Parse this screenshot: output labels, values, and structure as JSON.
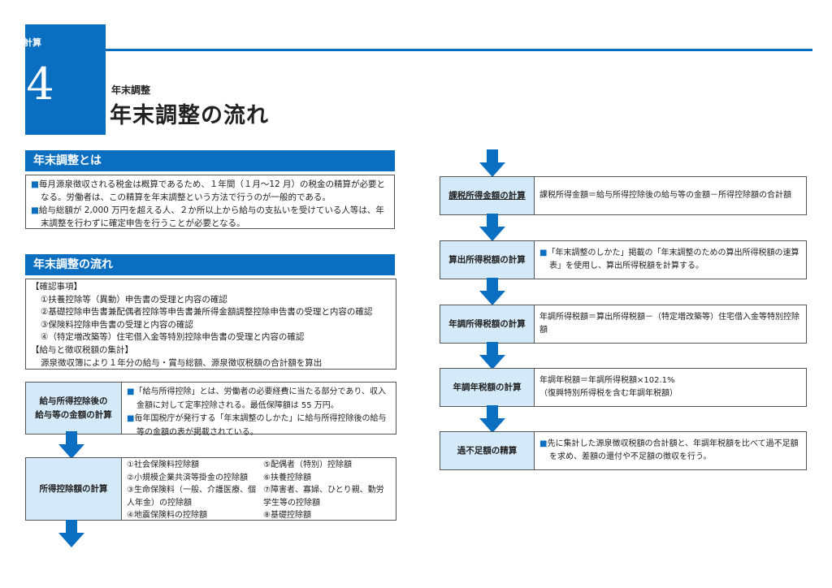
{
  "header": {
    "chapter_label": "給与計算",
    "chapter_number": "4",
    "subtitle": "年末調整",
    "title": "年末調整の流れ"
  },
  "section1": {
    "heading": "年末調整とは",
    "bullets": [
      "毎月源泉徴収される税金は概算であるため、１年間（１月〜12 月）の税金の精算が必要となる。労働者は、この精算を年末調整という方法で行うのが一般的である。",
      "給与総額が 2,000 万円を超える人、２か所以上から給与の支払いを受けている人等は、年末調整を行わずに確定申告を行うことが必要となる。"
    ]
  },
  "section2": {
    "heading": "年末調整の流れ",
    "confirm_title": "【確認事項】",
    "confirm_items": [
      "①扶養控除等（異動）申告書の受理と内容の確認",
      "②基礎控除申告書兼配偶者控除等申告書兼所得金額調整控除申告書の受理と内容の確認",
      "③保険料控除申告書の受理と内容の確認",
      "④（特定増改築等）住宅借入金等特別控除申告書の受理と内容の確認"
    ],
    "tally_title": "【給与と徴収税額の集計】",
    "tally_text": "源泉徴収簿により１年分の給与・賞与総額、源泉徴収税額の合計額を算出"
  },
  "flow_left": {
    "step1": {
      "label_line1": "給与所得控除後の",
      "label_line2": "給与等の金額の計算",
      "bullets": [
        "「給与所得控除」とは、労働者の必要経費に当たる部分であり、収入金額に対して定率控除される。最低保障額は 55 万円。",
        "毎年国税庁が発行する「年末調整のしかた」に給与所得控除後の給与等の金額の表が掲載されている。"
      ]
    },
    "step2": {
      "label": "所得控除額の計算",
      "items_col1": [
        "①社会保険料控除額",
        "②小規模企業共済等掛金の控除額",
        "③生命保険料（一般、介護医療、個人年金）の控除額",
        "④地震保険料の控除額"
      ],
      "items_col2": [
        "⑤配偶者（特別）控除額",
        "⑥扶養控除額",
        "⑦障害者、寡婦、ひとり親、勤労学生等の控除額",
        "⑧基礎控除額"
      ]
    }
  },
  "flow_right": {
    "step1": {
      "label": "課税所得金額の計算",
      "text": "課税所得金額＝給与所得控除後の給与等の金額－所得控除額の合計額"
    },
    "step2": {
      "label": "算出所得税額の計算",
      "text": "「年末調整のしかた」掲載の「年末調整のための算出所得税額の速算表」を使用し、算出所得税額を計算する。"
    },
    "step3": {
      "label": "年調所得税額の計算",
      "text": "年調所得税額＝算出所得税額－（特定増改築等）住宅借入金等特別控除額"
    },
    "step4": {
      "label": "年調年税額の計算",
      "text_line1": "年調年税額＝年調所得税額×102.1%",
      "text_line2": "（復興特別所得税を含む年調年税額）"
    },
    "step5": {
      "label": "過不足額の精算",
      "text": "先に集計した源泉徴収税額の合計額と、年調年税額を比べて過不足額を求め、差額の還付や不足額の徴収を行う。"
    }
  },
  "colors": {
    "accent": "#0b6fc1",
    "label_bg": "#d5eaf8"
  },
  "icons": {
    "bullet": "square-bullet-icon",
    "arrow": "arrow-down-icon"
  }
}
